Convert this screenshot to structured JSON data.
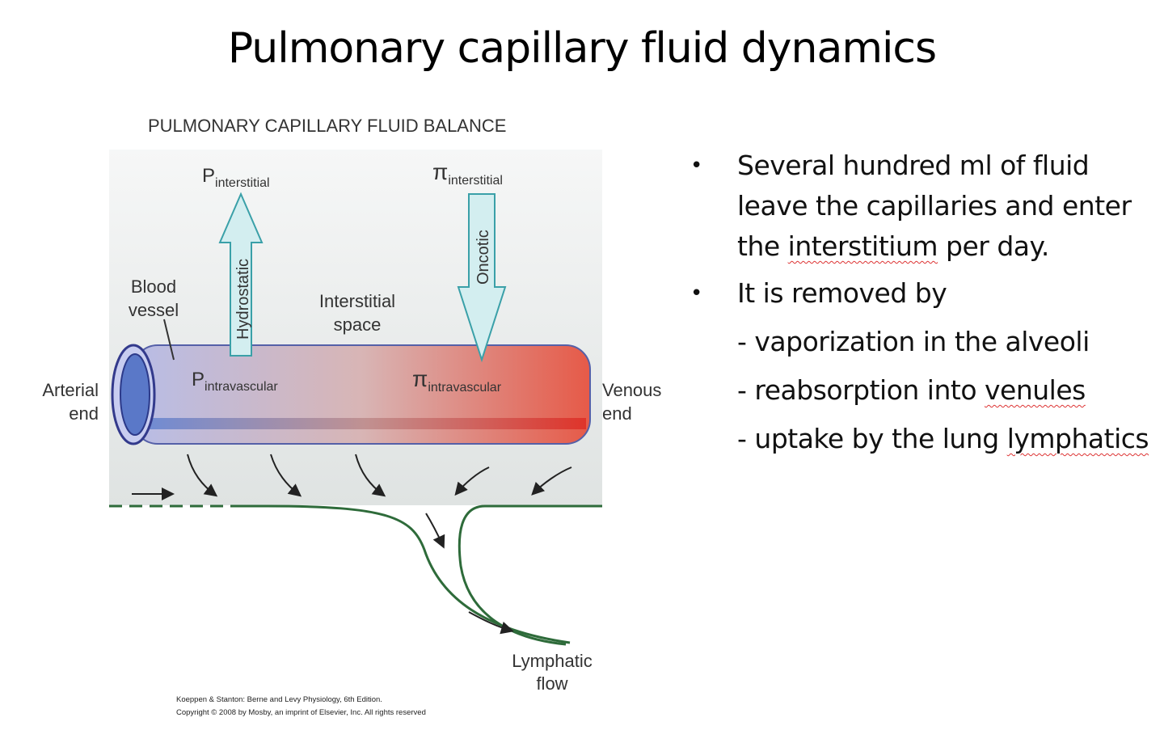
{
  "title": "Pulmonary capillary fluid dynamics",
  "diagram": {
    "heading": "PULMONARY CAPILLARY FLUID BALANCE",
    "p_interstitial": {
      "symbol": "P",
      "sub": "interstitial"
    },
    "pi_interstitial": {
      "symbol": "π",
      "sub": "interstitial"
    },
    "p_intravascular": {
      "symbol": "P",
      "sub": "intravascular"
    },
    "pi_intravascular": {
      "symbol": "π",
      "sub": "intravascular"
    },
    "hydrostatic": "Hydrostatic",
    "oncotic": "Oncotic",
    "blood_vessel": [
      "Blood",
      "vessel"
    ],
    "interstitial_space": [
      "Interstitial",
      "space"
    ],
    "arterial_end": [
      "Arterial",
      "end"
    ],
    "venous_end": [
      "Venous",
      "end"
    ],
    "lymphatic_flow": [
      "Lymphatic",
      "flow"
    ],
    "credit": [
      "Koeppen & Stanton: Berne and Levy Physiology, 6th Edition.",
      "Copyright © 2008 by Mosby, an imprint of Elsevier, Inc. All rights reserved"
    ]
  },
  "bullets": [
    {
      "text_a": "Several hundred ml  of fluid leave the capillaries and enter the ",
      "squiggle": "interstitium",
      "text_b": " per day."
    },
    {
      "text": "It is removed by"
    }
  ],
  "sub_items": [
    {
      "text_a": "- vaporization in the alveoli",
      "squiggle": "",
      "text_b": ""
    },
    {
      "text_a": "- reabsorption into ",
      "squiggle": "venules",
      "text_b": ""
    },
    {
      "text_a": "- uptake by the lung ",
      "squiggle": "lymphatics",
      "text_b": ""
    }
  ],
  "colors": {
    "arterial": "#4a5fb0",
    "venous": "#e04a3a",
    "lymph": "#2e6b3a",
    "arrow_fill": "#d3eef0"
  }
}
